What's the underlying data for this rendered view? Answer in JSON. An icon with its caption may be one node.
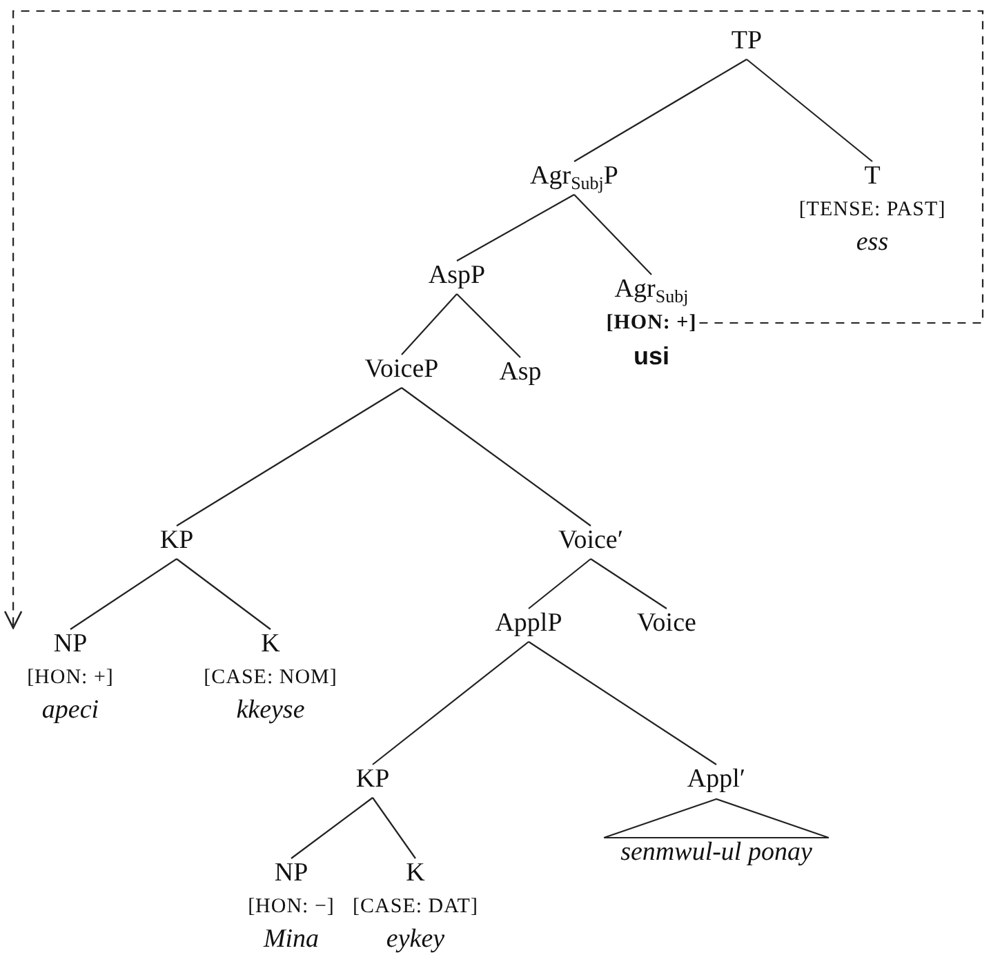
{
  "diagram": {
    "nodes": [
      {
        "text": [
          "TP"
        ]
      },
      {
        "text": [
          "Agr$_{Subj}$P"
        ]
      },
      {
        "text": [
          "T",
          "[TENSE: PAST]",
          "ess"
        ]
      },
      {
        "text": [
          "AspP"
        ]
      },
      {
        "text": [
          "Agr$_{Subj}$",
          "[HON: +]",
          "usi"
        ]
      },
      {
        "text": [
          "VoiceP"
        ]
      },
      {
        "text": [
          "Asp"
        ]
      },
      {
        "text": [
          "KP"
        ]
      },
      {
        "text": [
          "Voice′"
        ]
      },
      {
        "text": [
          "NP",
          "[HON: +]",
          "apeci"
        ]
      },
      {
        "text": [
          "K",
          "[CASE: NOM]",
          "kkeyse"
        ]
      },
      {
        "text": [
          "ApplP"
        ]
      },
      {
        "text": [
          "Voice"
        ]
      },
      {
        "text": [
          "KP"
        ]
      },
      {
        "text": [
          "Appl′"
        ]
      },
      {
        "text": [
          "NP",
          "[HON: −]",
          "Mina"
        ]
      },
      {
        "text": [
          "K",
          "[CASE: DAT]",
          "eykey"
        ]
      },
      {
        "text": [
          "senmwul-ul ponay"
        ]
      }
    ],
    "edges": [
      {
        "from": 0,
        "to": 1,
        "arrow": "none"
      },
      {
        "from": 0,
        "to": 2,
        "arrow": "none"
      },
      {
        "from": 1,
        "to": 3,
        "arrow": "none"
      },
      {
        "from": 1,
        "to": 4,
        "arrow": "none"
      },
      {
        "from": 3,
        "to": 5,
        "arrow": "none"
      },
      {
        "from": 3,
        "to": 6,
        "arrow": "none"
      },
      {
        "from": 5,
        "to": 7,
        "arrow": "none"
      },
      {
        "from": 5,
        "to": 8,
        "arrow": "none"
      },
      {
        "from": 7,
        "to": 9,
        "arrow": "none"
      },
      {
        "from": 7,
        "to": 10,
        "arrow": "none"
      },
      {
        "from": 8,
        "to": 11,
        "arrow": "none"
      },
      {
        "from": 8,
        "to": 12,
        "arrow": "none"
      },
      {
        "from": 11,
        "to": 13,
        "arrow": "none"
      },
      {
        "from": 11,
        "to": 14,
        "arrow": "none"
      },
      {
        "from": 13,
        "to": 15,
        "arrow": "none"
      },
      {
        "from": 13,
        "to": 16,
        "arrow": "none"
      },
      {
        "from": 14,
        "to": 17,
        "arrow": "none"
      },
      {
        "from": 4,
        "to": 9,
        "arrow": "to",
        "style": "dashed"
      }
    ]
  }
}
